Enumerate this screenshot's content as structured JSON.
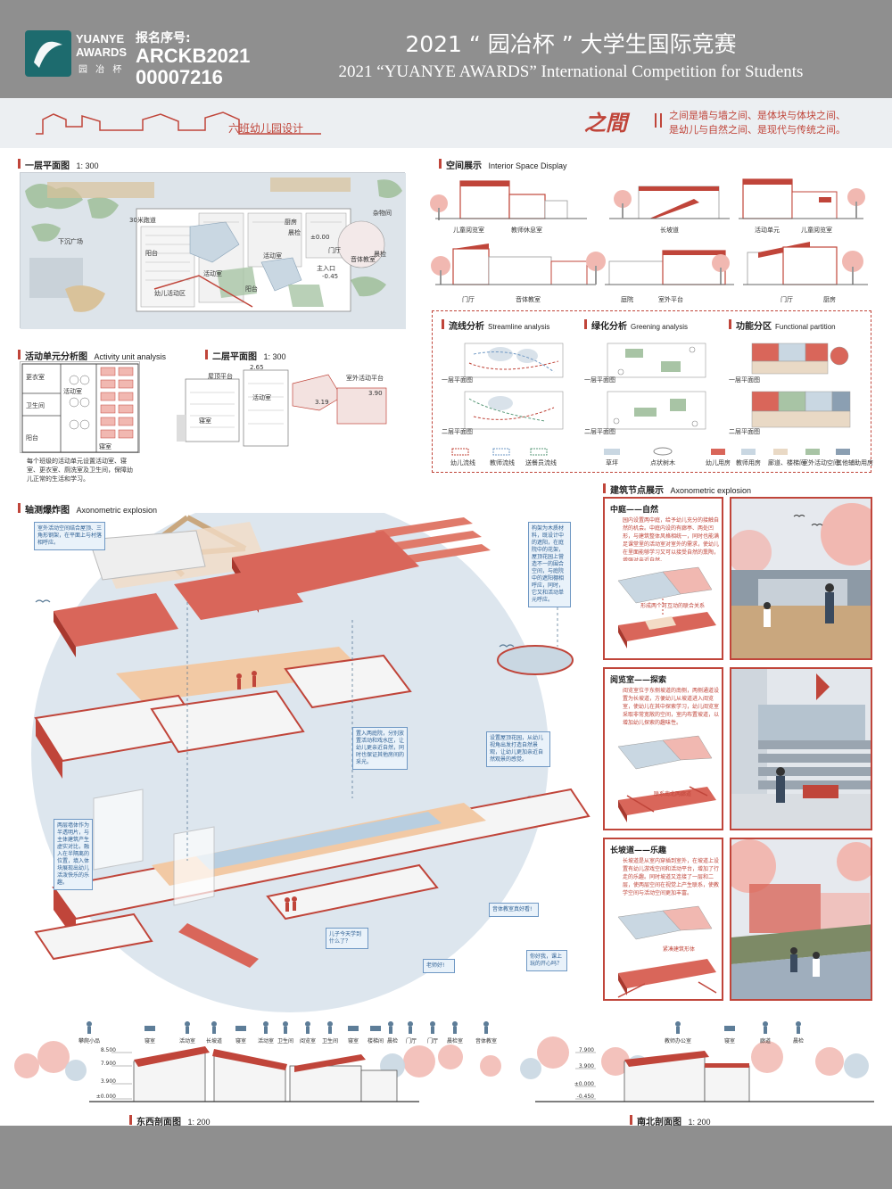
{
  "header": {
    "logo_line1": "YUANYE",
    "logo_line2": "AWARDS",
    "logo_line3": "园 冶 杯",
    "reg_label": "报名序号:",
    "reg_no_1": "ARCKB2021",
    "reg_no_2": "00007216",
    "title_cn": "2021 “ 园冶杯 ” 大学生国际竞赛",
    "title_en": "2021 “YUANYE AWARDS” International Competition for  Students"
  },
  "band": {
    "subtitle": "六班幼儿园设计",
    "theme": "之間",
    "motto_1": "之间是墙与墙之间、是体块与体块之间、",
    "motto_2": "是幼儿与自然之间、是现代与传统之间。"
  },
  "floor1": {
    "title": "一层平面图",
    "scale": "1:  300",
    "labels": [
      "下沉广场",
      "30米跑道",
      "阳台",
      "活动室",
      "阳台",
      "活动室",
      "晨检",
      "±0.00",
      "门厅",
      "音体教室",
      "杂物间",
      "主入口",
      "-0.45",
      "厨房",
      "晨检",
      "幼儿活动区"
    ]
  },
  "activity_unit": {
    "title": "活动单元分析图",
    "title_en": "Activity unit analysis",
    "labels": [
      "更衣室",
      "卫生间",
      "活动室",
      "寝室",
      "阳台"
    ],
    "note": "每个班级的活动单元设置活动室、寝室、更衣室、厕洗室及卫生间，保障幼儿正常的生活和学习。"
  },
  "floor2": {
    "title": "二层平面图",
    "scale": "1:  300",
    "labels": [
      "2.65",
      "屋顶平台",
      "活动室",
      "3.90",
      "3.19",
      "室外活动平台",
      "寝室"
    ]
  },
  "interior": {
    "title": "空间展示",
    "title_en": "Interior Space Display",
    "labels_row1": [
      "儿童阅览室",
      "教师休息室",
      "长坡道",
      "活动单元",
      "儿童阅览室"
    ],
    "labels_row2": [
      "门厅",
      "音体教室",
      "庭院",
      "室外平台",
      "门厅",
      "厨房"
    ]
  },
  "analysis": {
    "streamline": {
      "title": "流线分析",
      "title_en": "Streamline analysis"
    },
    "greening": {
      "title": "绿化分析",
      "title_en": "Greening analysis"
    },
    "functional": {
      "title": "功能分区",
      "title_en": "Functional partition"
    },
    "floor_first": "一层平面图",
    "floor_second": "二层平面图",
    "legend_stream": [
      "幼儿流线",
      "教师流线",
      "送餐员流线"
    ],
    "legend_green": [
      "草坪",
      "点状树木"
    ],
    "legend_func": [
      "幼儿用房",
      "教师用房",
      "廊道、楼梯间",
      "室外活动空间",
      "其他辅助用房"
    ]
  },
  "axon": {
    "title": "轴测爆炸图",
    "title_en": "Axonometric explosion",
    "bubbles": [
      "室外活动空间结合屋顶、三角形钢架，在平面上与村落相呼应。",
      "构架为木质材料，既设计中的遮阳，在庭院中的花架，屋顶花园上营造不一的围合空间，与庭院中的遮阳棚相呼应，同时，它又和活动单元呼应。",
      "置入两庭院，分别放置活动和戏水区，让幼儿更亲近自然，同时也保证其他房间的采光。",
      "设置屋顶花园，从幼儿视角出发打造自然景观，让幼儿更加亲近自然观景的感觉。",
      "两层墙体作为半透明片，与主体建筑产生虚实对比，融入在半隔离的位置，填入体块展现出幼儿活泼快乐的乐趣。",
      "音体教室真好看!",
      "儿子今天学到什么了？",
      "老师好!",
      "你好我，课上玩的开心吗？"
    ]
  },
  "nodes": {
    "title": "建筑节点展示",
    "title_en": "Axonometric explosion",
    "items": [
      {
        "title": "中庭——自然",
        "text": "园内设置两中庭，给予幼儿充分的接触自然的机会。中庭内设的有廊亭、两处凹形，与建筑整体风格相统一，同时也能满足课堂里的活动室对室外的需求，使幼儿在里面能够学习又可以接受自然的熏陶，增强对亲近自然。",
        "caption": "形成两个可互动的联合关系"
      },
      {
        "title": "阅览室——探索",
        "text": "阅览室位于东侧坡道的南侧，两侧通道设置为长坡道，方便幼儿从坡道进入阅览室，使幼儿在其中探索学习，幼儿阅览室采取非常宽敞的空间，室内布置坡道，以增加幼儿探索的趣味性。",
        "caption": "联系南北两廊道"
      },
      {
        "title": "长坡道——乐趣",
        "text": "长坡道是从室内穿插到室外，在坡道上设置有幼儿游戏空间和活动平台，增加了行走的乐趣。同时坡道又连接了一层和二层，使两层空间在视觉上产生联系，使教学空间与活动空间更加丰富。",
        "caption": "紧凑建筑形体"
      }
    ]
  },
  "sections": {
    "icons": [
      "攀爬小品",
      "寝室",
      "活动室",
      "长坡道",
      "寝室",
      "活动室",
      "卫生间",
      "阅览室",
      "卫生间",
      "寝室",
      "楼梯间",
      "晨检",
      "门厅",
      "门厅",
      "晨检室",
      "音体教室",
      "教师办公室",
      "寝室",
      "廊道",
      "晨检"
    ],
    "ew_title": "东西剖面图",
    "ew_scale": "1:  200",
    "ns_title": "南北剖面图",
    "ns_scale": "1:  200",
    "elev_left": [
      "8.500",
      "7.900",
      "3.900",
      "±0.000"
    ],
    "elev_right": [
      "7.900",
      "3.900",
      "±0.000",
      "-0.450"
    ]
  },
  "colors": {
    "accent_red": "#c0453a",
    "pink": "#f1b8b1",
    "blue_grey": "#c9d7e2",
    "green": "#a8c4a5",
    "header_grey": "#8f8f8f",
    "logo_teal": "#1d6b6e"
  }
}
